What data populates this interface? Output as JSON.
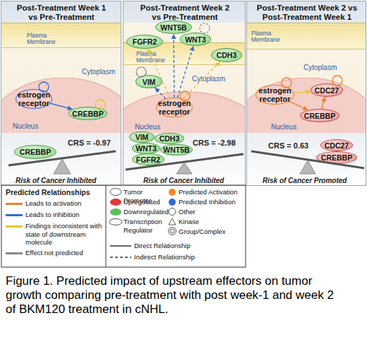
{
  "diagram": {
    "caption": "Figure 1. Predicted impact of upstream effectors on tumor growth comparing pre-treatment with post week-1 and week 2 of BKM120 treatment in cNHL.",
    "nodes": [
      {
        "text": [
          "Post-Treatment Week 1 vs Pre-Treatment"
        ]
      },
      {
        "text": [
          "Plasma Membrane"
        ],
        "in": 0
      },
      {
        "text": [
          "Nucleus"
        ],
        "in": 0
      },
      {
        "text": [
          "estrogen receptor"
        ],
        "in": 2
      },
      {
        "text": [
          "CREBBP"
        ],
        "in": 2
      },
      {
        "text": [
          "CREBBP"
        ],
        "in": 0
      },
      {
        "text": [
          "Post-Treatment Week 2 vs Pre-Treatment"
        ]
      },
      {
        "text": [
          "WNT5B"
        ],
        "in": 6
      },
      {
        "text": [
          "WNT3"
        ],
        "in": 6
      },
      {
        "text": [
          "Plasma Membrane"
        ],
        "in": 6
      },
      {
        "text": [
          "FGFR2"
        ],
        "in": 6
      },
      {
        "text": [
          "CDH3"
        ],
        "in": 6
      },
      {
        "text": [
          "VIM"
        ],
        "in": 6
      },
      {
        "text": [
          "Nucleus"
        ],
        "in": 6
      },
      {
        "text": [
          "estrogen receptor"
        ],
        "in": 13
      },
      {
        "text": [
          "VIM"
        ],
        "in": 6
      },
      {
        "text": [
          "CDH3"
        ],
        "in": 6
      },
      {
        "text": [
          "WNT3"
        ],
        "in": 6
      },
      {
        "text": [
          "WNT5B"
        ],
        "in": 6
      },
      {
        "text": [
          "FGFR2"
        ],
        "in": 6
      },
      {
        "text": [
          "Post-Treatment Week 2 vs Post-Treatment Week 1"
        ]
      },
      {
        "text": [
          "Plasma Membrane"
        ],
        "in": 20
      },
      {
        "text": [
          "CDC27"
        ],
        "in": 20
      },
      {
        "text": [
          "Nucleus"
        ],
        "in": 20
      },
      {
        "text": [
          "estrogen receptor"
        ],
        "in": 23
      },
      {
        "text": [
          "CREBBP"
        ],
        "in": 23
      },
      {
        "text": [
          "CDC27"
        ],
        "in": 20
      },
      {
        "text": [
          "CREBBP"
        ],
        "in": 20
      }
    ],
    "edges": [
      {
        "from": 3,
        "to": 4,
        "arrow": "to"
      },
      {
        "from": 14,
        "to": 10,
        "arrow": "to"
      },
      {
        "from": 14,
        "to": 7,
        "arrow": "to"
      },
      {
        "from": 14,
        "to": 8,
        "arrow": "to"
      },
      {
        "from": 14,
        "to": 11,
        "arrow": "to"
      },
      {
        "from": 14,
        "to": 12,
        "arrow": "to"
      },
      {
        "from": 24,
        "to": 25,
        "arrow": "to"
      },
      {
        "from": 25,
        "to": 22,
        "arrow": "to"
      },
      {
        "from": 24,
        "to": 22,
        "arrow": "to"
      }
    ],
    "labels": [
      "Cytoplasm",
      "CRS = -0.97",
      "Risk of Cancer Inhibited",
      "Cytoplasm",
      "CRS = -2.98",
      "Risk of Cancer Inhibited",
      "Cytoplasm",
      "CRS = 0.63",
      "Risk of Cancer Promoted",
      "Predicted Relationships"
    ],
    "legend": [
      {
        "text": "Leads to activation",
        "color": "#f07f2a"
      },
      {
        "text": "Leads to inhibition",
        "color": "#2f6fd1"
      },
      {
        "text": "Findings inconsistent with state of downstream molecule",
        "color": "#e8c830"
      },
      {
        "text": "Effect not predicted",
        "color": "#888888"
      },
      {
        "text": "Tumor Promoter"
      },
      {
        "text": "Predicted Activation",
        "color": "#f08a24"
      },
      {
        "text": "Upregulated",
        "color": "#e53935"
      },
      {
        "text": "Predicted Inhibition",
        "color": "#2f6fd1"
      },
      {
        "text": "Downregulated",
        "color": "#5cc15a"
      },
      {
        "text": "Other"
      },
      {
        "text": "Transcription Regulator"
      },
      {
        "text": "Kinase"
      },
      {
        "text": "Group/Complex"
      },
      {
        "text": "Direct Relationship"
      },
      {
        "text": "Indirect Relationship"
      }
    ]
  }
}
